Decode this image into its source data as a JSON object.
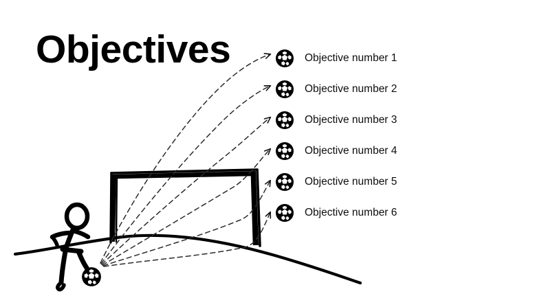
{
  "slide": {
    "title": "Objectives",
    "background_color": "#ffffff",
    "ink_color": "#000000",
    "text_color": "#0d0d0d"
  },
  "objectives": [
    {
      "bullet_icon": "soccer-ball-icon",
      "label": "Objective number 1"
    },
    {
      "bullet_icon": "soccer-ball-icon",
      "label": "Objective number 2"
    },
    {
      "bullet_icon": "soccer-ball-icon",
      "label": "Objective number 3"
    },
    {
      "bullet_icon": "soccer-ball-icon",
      "label": "Objective number 4"
    },
    {
      "bullet_icon": "soccer-ball-icon",
      "label": "Objective number 5"
    },
    {
      "bullet_icon": "soccer-ball-icon",
      "label": "Objective number 6"
    }
  ],
  "illustration": {
    "stick_figure_icon": "stick-figure-kicking-icon",
    "goal_icon": "soccer-goal-icon",
    "ground_icon": "ground-line-icon",
    "kicked_ball_icon": "soccer-ball-icon",
    "trajectory_icon": "dashed-arrow-icon",
    "trajectory_count": 6
  }
}
